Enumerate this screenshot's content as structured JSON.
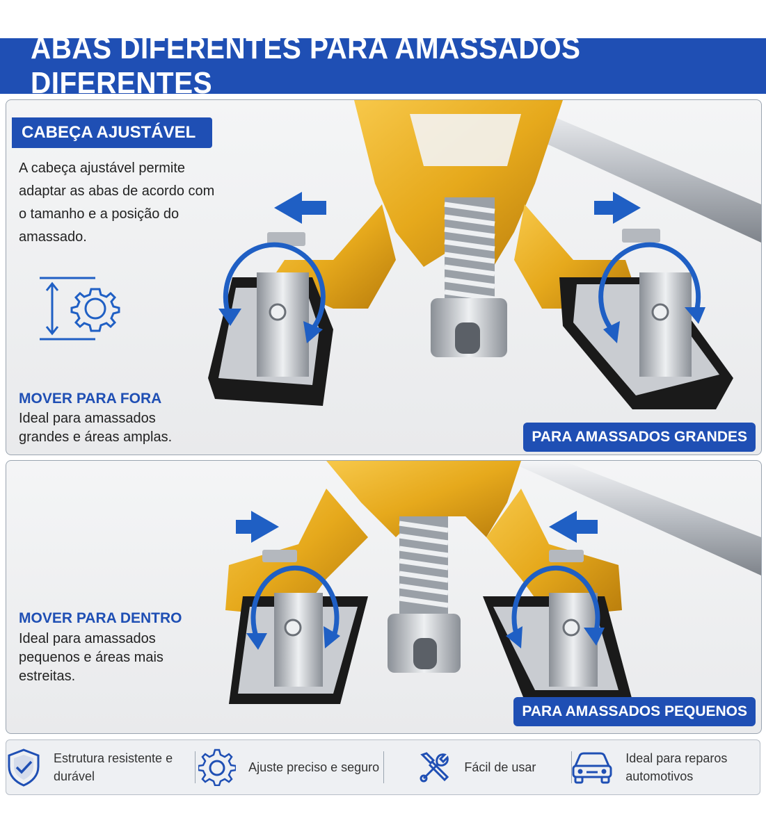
{
  "banner": {
    "title": "ABAS DIFERENTES PARA AMASSADOS DIFERENTES"
  },
  "colors": {
    "brand_blue": "#1f4fb4",
    "gold": "#e6a91c",
    "steel": "#c9ccd1"
  },
  "top_panel": {
    "heading": "CABEÇA AJUSTÁVEL",
    "description": "A cabeça ajustável permite adaptar as abas de acordo com o tamanho e a posição do amassado.",
    "adjust_icon": "height-adjust-gear-icon",
    "mode_title": "MOVER PARA FORA",
    "mode_text": "Ideal para amassados grandes e áreas amplas.",
    "label": "PARA AMASSADOS GRANDES"
  },
  "bottom_panel": {
    "mode_title": "MOVER PARA DENTRO",
    "mode_text": "Ideal para amassados pequenos e áreas mais estreitas.",
    "label": "PARA AMASSADOS PEQUENOS"
  },
  "features": [
    {
      "icon": "shield-check-icon",
      "text": "Estrutura resistente e durável"
    },
    {
      "icon": "gear-icon",
      "text": "Ajuste preciso e seguro"
    },
    {
      "icon": "tools-icon",
      "text": "Fácil de usar"
    },
    {
      "icon": "car-icon",
      "text": "Ideal para reparos automotivos"
    }
  ]
}
